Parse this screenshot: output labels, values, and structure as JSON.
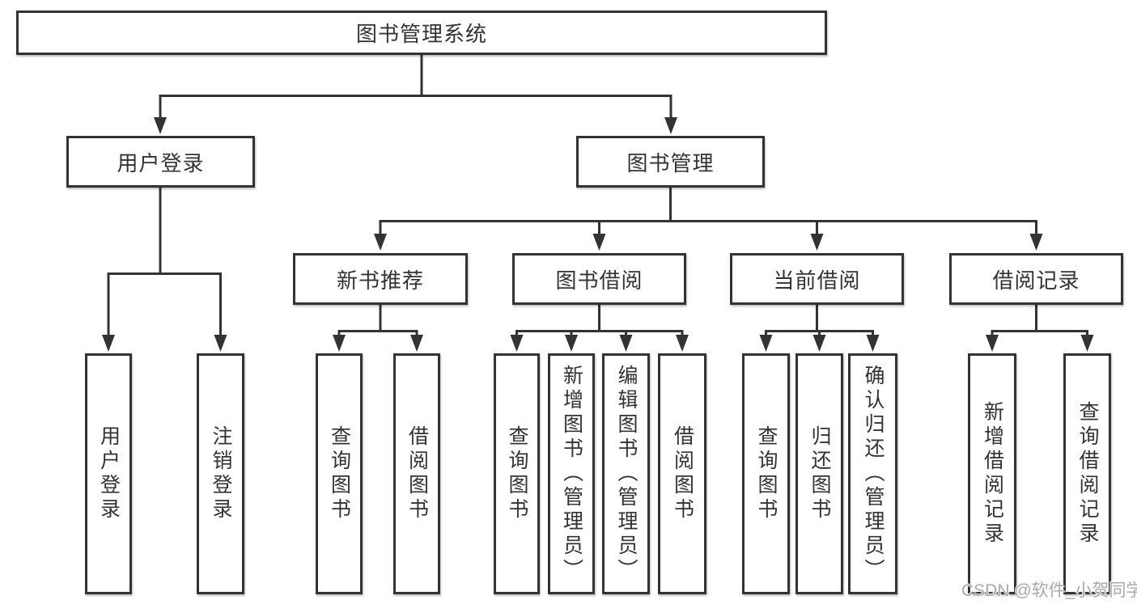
{
  "title": "图书管理系统",
  "watermark": "CSDN @软件_小贺同学",
  "colors": {
    "line": "#333333",
    "text": "#333333",
    "box_background": "#ffffff",
    "watermark_text": "#a9a9a9"
  },
  "tree": {
    "root": {
      "label": "图书管理系统"
    },
    "user_login": {
      "label": "用户登录",
      "children": [
        {
          "label": "用户登录"
        },
        {
          "label": "注销登录"
        }
      ]
    },
    "book_management": {
      "label": "图书管理",
      "children": [
        {
          "label": "新书推荐",
          "children": [
            {
              "label": "查询图书"
            },
            {
              "label": "借阅图书"
            }
          ]
        },
        {
          "label": "图书借阅",
          "children": [
            {
              "label": "查询图书"
            },
            {
              "label": "新增图书（管理员）"
            },
            {
              "label": "编辑图书（管理员）"
            },
            {
              "label": "借阅图书"
            }
          ]
        },
        {
          "label": "当前借阅",
          "children": [
            {
              "label": "查询图书"
            },
            {
              "label": "归还图书"
            },
            {
              "label": "确认归还（管理员）"
            }
          ]
        },
        {
          "label": "借阅记录",
          "children": [
            {
              "label": "新增借阅记录"
            },
            {
              "label": "查询借阅记录"
            }
          ]
        }
      ]
    }
  }
}
